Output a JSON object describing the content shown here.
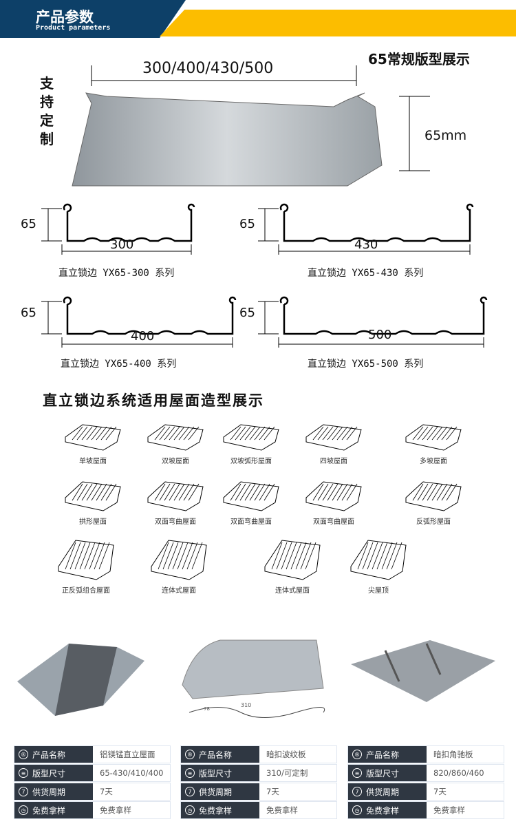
{
  "header": {
    "title": "产品参数",
    "subtitle": "Product parameters",
    "blue": "#0d4068",
    "yellow": "#fcbd00"
  },
  "hero": {
    "title": "65常规版型展示",
    "widths": "300/400/430/500",
    "custom": [
      "支",
      "持",
      "定",
      "制"
    ],
    "height": "65mm"
  },
  "profiles": [
    {
      "height": "65",
      "width": "300",
      "caption": "直立锁边 YX65-300 系列"
    },
    {
      "height": "65",
      "width": "430",
      "caption": "直立锁边 YX65-430 系列"
    },
    {
      "height": "65",
      "width": "400",
      "caption": "直立锁边 YX65-400 系列"
    },
    {
      "height": "65",
      "width": "500",
      "caption": "直立锁边 YX65-500 系列"
    }
  ],
  "roof_section": {
    "title": "直立锁边系统适用屋面造型展示",
    "items": [
      "单坡屋面",
      "双坡屋面",
      "双坡弧形屋面",
      "四坡屋面",
      "多坡屋面",
      "拱形屋面",
      "双面弯曲屋面",
      "双面弯曲屋面",
      "双面弯曲屋面",
      "反弧形屋面",
      "正反弧组合屋面",
      "连体式屋面",
      "连体式屋面",
      "尖屋顶"
    ]
  },
  "photo2_labels": {
    "a": "310",
    "b": "78"
  },
  "tables": [
    {
      "rows": [
        [
          "产品名称",
          "铝镁锰直立屋面"
        ],
        [
          "版型尺寸",
          "65-430/410/400"
        ],
        [
          "供货周期",
          "7天"
        ],
        [
          "免费拿样",
          "免费拿样"
        ]
      ]
    },
    {
      "rows": [
        [
          "产品名称",
          "暗扣波纹板"
        ],
        [
          "版型尺寸",
          "310/可定制"
        ],
        [
          "供货周期",
          "7天"
        ],
        [
          "免费拿样",
          "免费拿样"
        ]
      ]
    },
    {
      "rows": [
        [
          "产品名称",
          "暗扣角驰板"
        ],
        [
          "版型尺寸",
          "820/860/460"
        ],
        [
          "供货周期",
          "7天"
        ],
        [
          "免费拿样",
          "免费拿样"
        ]
      ]
    }
  ],
  "icons": [
    "registered-icon",
    "database-icon",
    "calendar-icon",
    "clock-icon"
  ]
}
